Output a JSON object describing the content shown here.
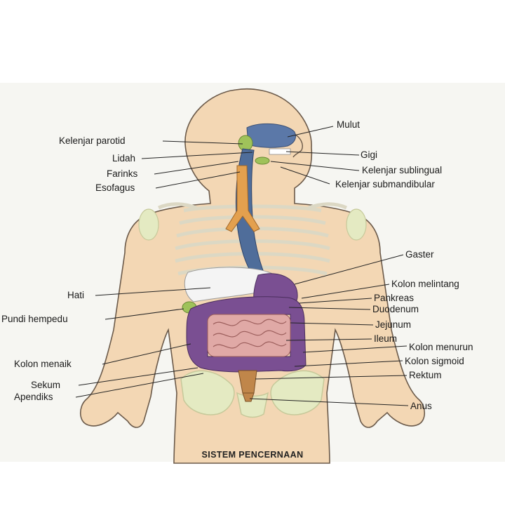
{
  "caption": "SISTEM PENCERNAAN",
  "labels": {
    "mulut": "Mulut",
    "kelenjar_parotid": "Kelenjar parotid",
    "lidah": "Lidah",
    "gigi": "Gigi",
    "farinks": "Farinks",
    "kelenjar_sublingual": "Kelenjar sublingual",
    "esofagus": "Esofagus",
    "kelenjar_submandibular": "Kelenjar submandibular",
    "gaster": "Gaster",
    "hati": "Hati",
    "kolon_melintang": "Kolon melintang",
    "pankreas": "Pankreas",
    "duodenum": "Duodenum",
    "pundi_hempedu": "Pundi hempedu",
    "jejunum": "Jejunum",
    "ileum": "Ileum",
    "kolon_menurun": "Kolon menurun",
    "kolon_menaik": "Kolon menaik",
    "kolon_sigmoid": "Kolon sigmoid",
    "rektum": "Rektum",
    "sekum": "Sekum",
    "apendiks": "Apendiks",
    "anus": "Anus"
  },
  "colors": {
    "background": "#f6f6f2",
    "skin": "#f3d7b4",
    "skin_outline": "#6b5a4a",
    "mouth_blue": "#5b78a8",
    "esophagus_blue": "#4f6d9a",
    "trachea_orange": "#e3a04e",
    "liver": "#f4f4f4",
    "gall_green": "#9fc25a",
    "colon_purple": "#7a4f92",
    "small_intestine_pink": "#e0a9a6",
    "bone_green": "#e4eac2",
    "rectum_brown": "#c0864a"
  }
}
